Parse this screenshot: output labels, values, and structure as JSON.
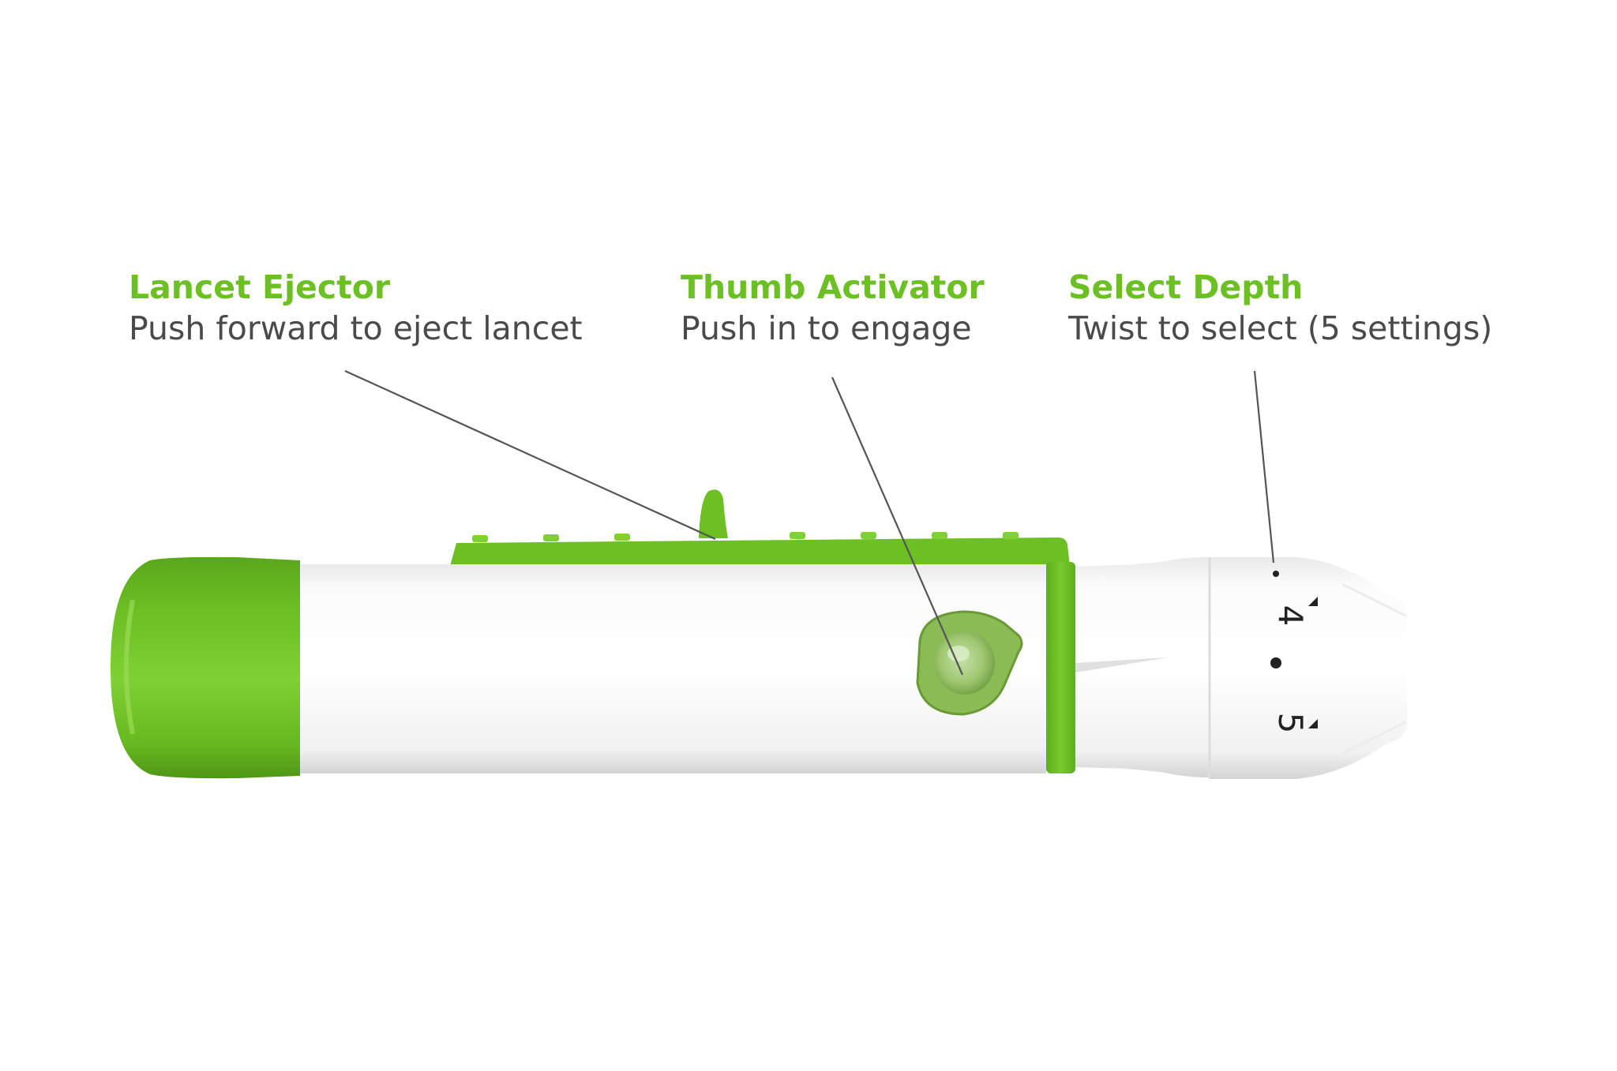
{
  "callouts": [
    {
      "title": "Lancet Ejector",
      "description": "Push forward to eject lancet"
    },
    {
      "title": "Thumb Activator",
      "description": "Push in to engage"
    },
    {
      "title": "Select Depth",
      "description": "Twist to select (5 settings)"
    }
  ],
  "depth_dial": {
    "upper_number": "4",
    "lower_number": "5"
  },
  "colors": {
    "accent_green": "#6cc024",
    "label_text": "#4a4a4a",
    "body_white": "#ffffff",
    "leader_line": "#555555"
  }
}
